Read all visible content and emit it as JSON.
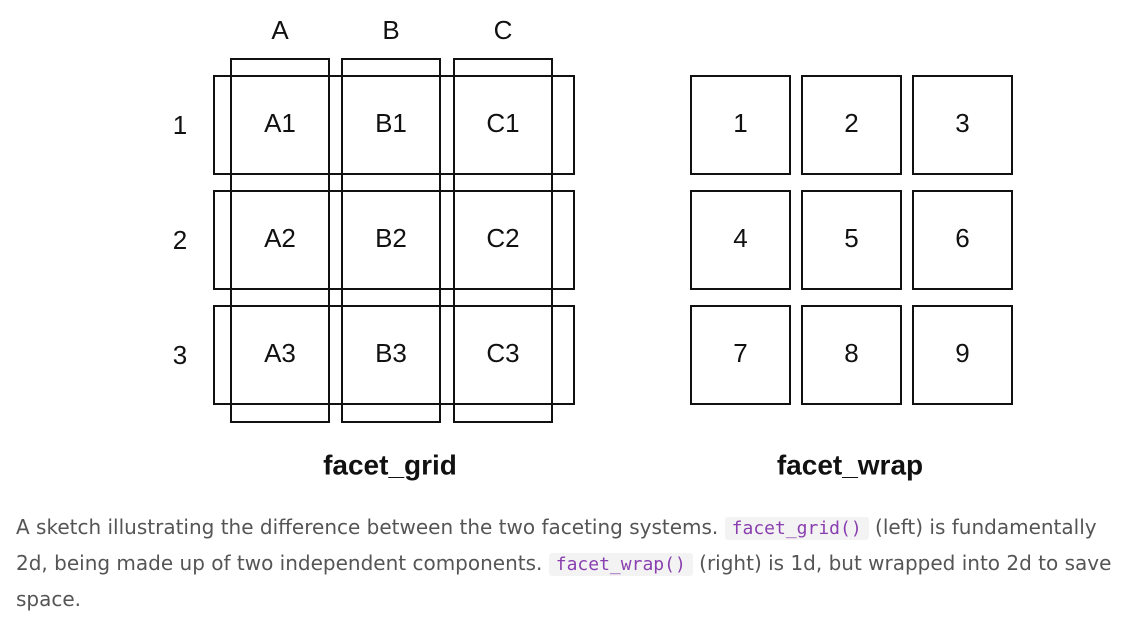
{
  "facet_grid": {
    "title": "facet_grid",
    "columns": [
      "A",
      "B",
      "C"
    ],
    "rows": [
      "1",
      "2",
      "3"
    ],
    "panels": [
      [
        "A1",
        "B1",
        "C1"
      ],
      [
        "A2",
        "B2",
        "C2"
      ],
      [
        "A3",
        "B3",
        "C3"
      ]
    ]
  },
  "facet_wrap": {
    "title": "facet_wrap",
    "panels": [
      [
        "1",
        "2",
        "3"
      ],
      [
        "4",
        "5",
        "6"
      ],
      [
        "7",
        "8",
        "9"
      ]
    ]
  },
  "caption": {
    "part1": "A sketch illustrating the difference between the two faceting systems.",
    "code1": "facet_grid()",
    "part2": "(left) is fundamentally 2d, being made up of two independent components.",
    "code2": "facet_wrap()",
    "part3": "(right) is 1d, but wrapped into 2d to save space."
  }
}
